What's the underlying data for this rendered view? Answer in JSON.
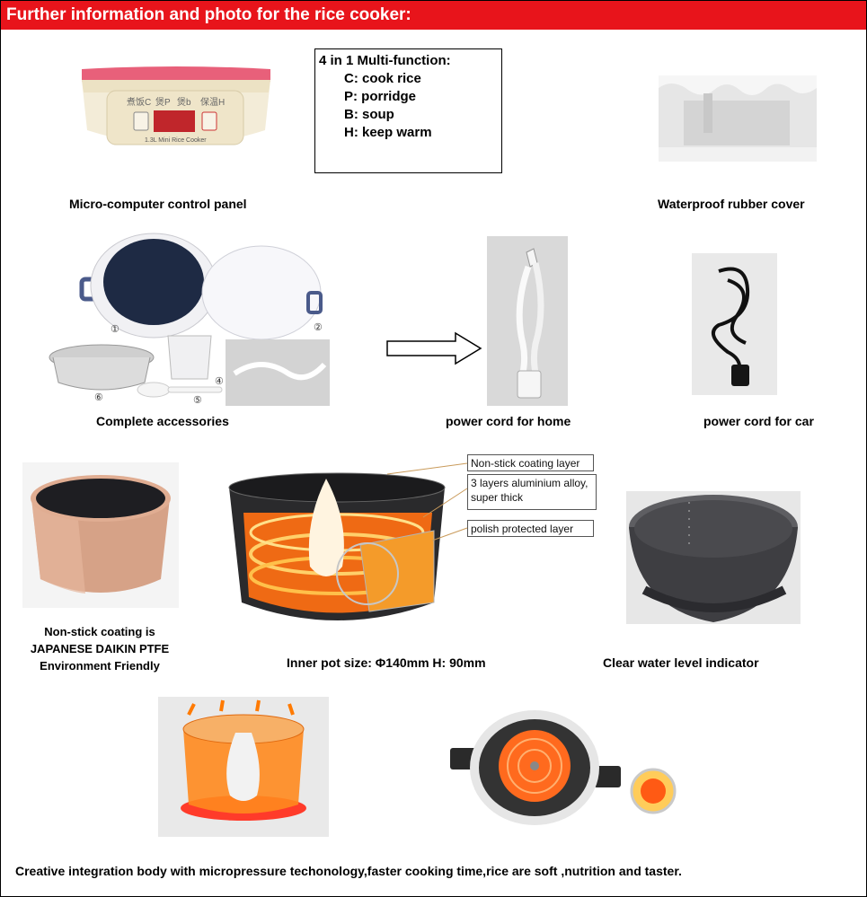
{
  "header": {
    "title": "Further information and photo for the rice cooker:"
  },
  "functions": {
    "title": "4 in 1 Multi-function:",
    "items": [
      "C: cook rice",
      "P: porridge",
      "B: soup",
      "H: keep warm"
    ]
  },
  "captions": {
    "control_panel": "Micro-computer control panel",
    "rubber_cover": "Waterproof rubber cover",
    "accessories": "Complete accessories",
    "cord_home": "power cord for home",
    "cord_car": "power cord for car",
    "coating_1": "Non-stick coating is",
    "coating_2": "JAPANESE DAIKIN  PTFE",
    "coating_3": "Environment Friendly",
    "pot_size": "Inner pot size: Φ140mm  H: 90mm",
    "water_level": "Clear water level indicator",
    "bottom": "Creative integration body with micropressure techonology,faster cooking time,rice are soft ,nutrition and taster."
  },
  "layers": {
    "l1": "Non-stick coating layer",
    "l2": "3 layers aluminium alloy, super thick",
    "l3": "polish protected layer"
  },
  "panel": {
    "model": "1.3L Mini Rice Cooker",
    "mode_c": "煮饭C",
    "mode_p": "煲P",
    "mode_b": "煲b",
    "mode_h": "保温H"
  },
  "accessory_numbers": [
    "①",
    "②",
    "④",
    "⑤",
    "⑥"
  ]
}
